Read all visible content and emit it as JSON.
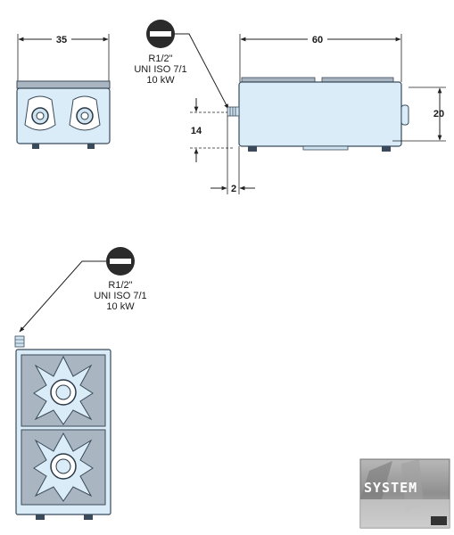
{
  "dimensions": {
    "front_width": "35",
    "side_depth": "60",
    "side_height": "20",
    "connection_height": "14",
    "connection_offset": "2"
  },
  "gas_connection_top": {
    "line1": "R1/2\"",
    "line2": "UNI ISO 7/1",
    "line3": "10 kW"
  },
  "gas_connection_plan": {
    "line1": "R1/2\"",
    "line2": "UNI ISO 7/1",
    "line3": "10 kW"
  },
  "logo": {
    "text": "SYSTEM"
  },
  "icons": [
    "gas-connection-icon",
    "gas-connection-icon",
    "control-knob-icon",
    "control-knob-icon",
    "burner-icon",
    "burner-icon"
  ],
  "colors": {
    "line": "#1a1a1a",
    "body_fill": "#d9ecf7",
    "body_stroke": "#3a4a5a",
    "top_plate": "#a9b5c0",
    "grate": "#8797a5",
    "dim_line": "#222222"
  }
}
